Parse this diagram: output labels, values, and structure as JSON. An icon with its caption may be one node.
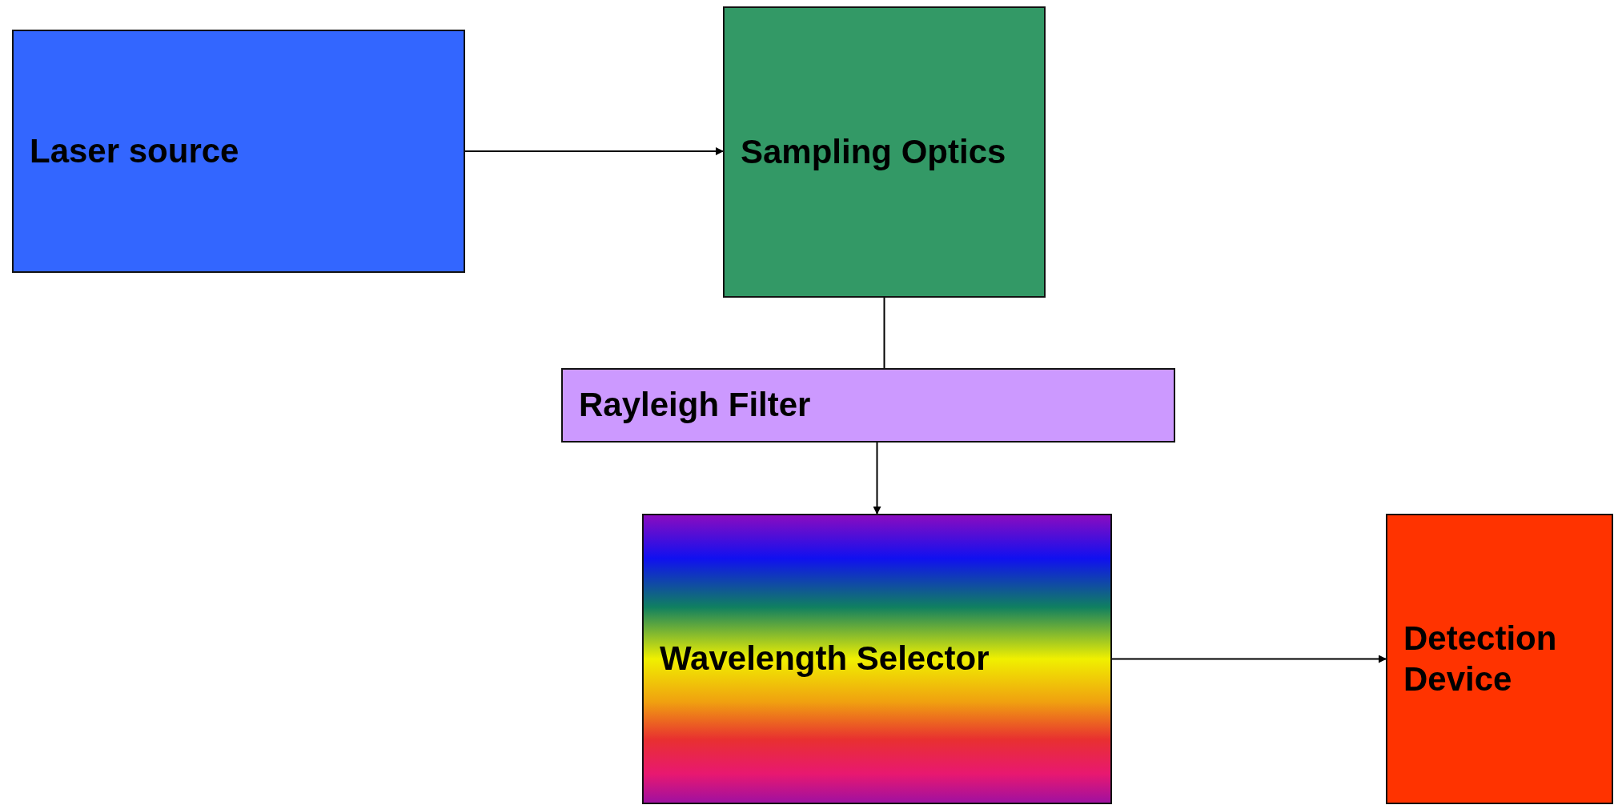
{
  "diagram": {
    "nodes": [
      {
        "text": [
          "Laser source"
        ]
      },
      {
        "text": [
          "Sampling Optics"
        ]
      },
      {
        "text": [
          "Rayleigh Filter"
        ]
      },
      {
        "text": [
          "Wavelength Selector"
        ]
      },
      {
        "text": [
          "Detection Device"
        ]
      }
    ],
    "edges": [
      {
        "from": 0,
        "to": 1,
        "arrow": "to"
      },
      {
        "from": 1,
        "to": 2,
        "arrow": "none"
      },
      {
        "from": 2,
        "to": 3,
        "arrow": "to"
      },
      {
        "from": 3,
        "to": 4,
        "arrow": "to"
      }
    ]
  }
}
